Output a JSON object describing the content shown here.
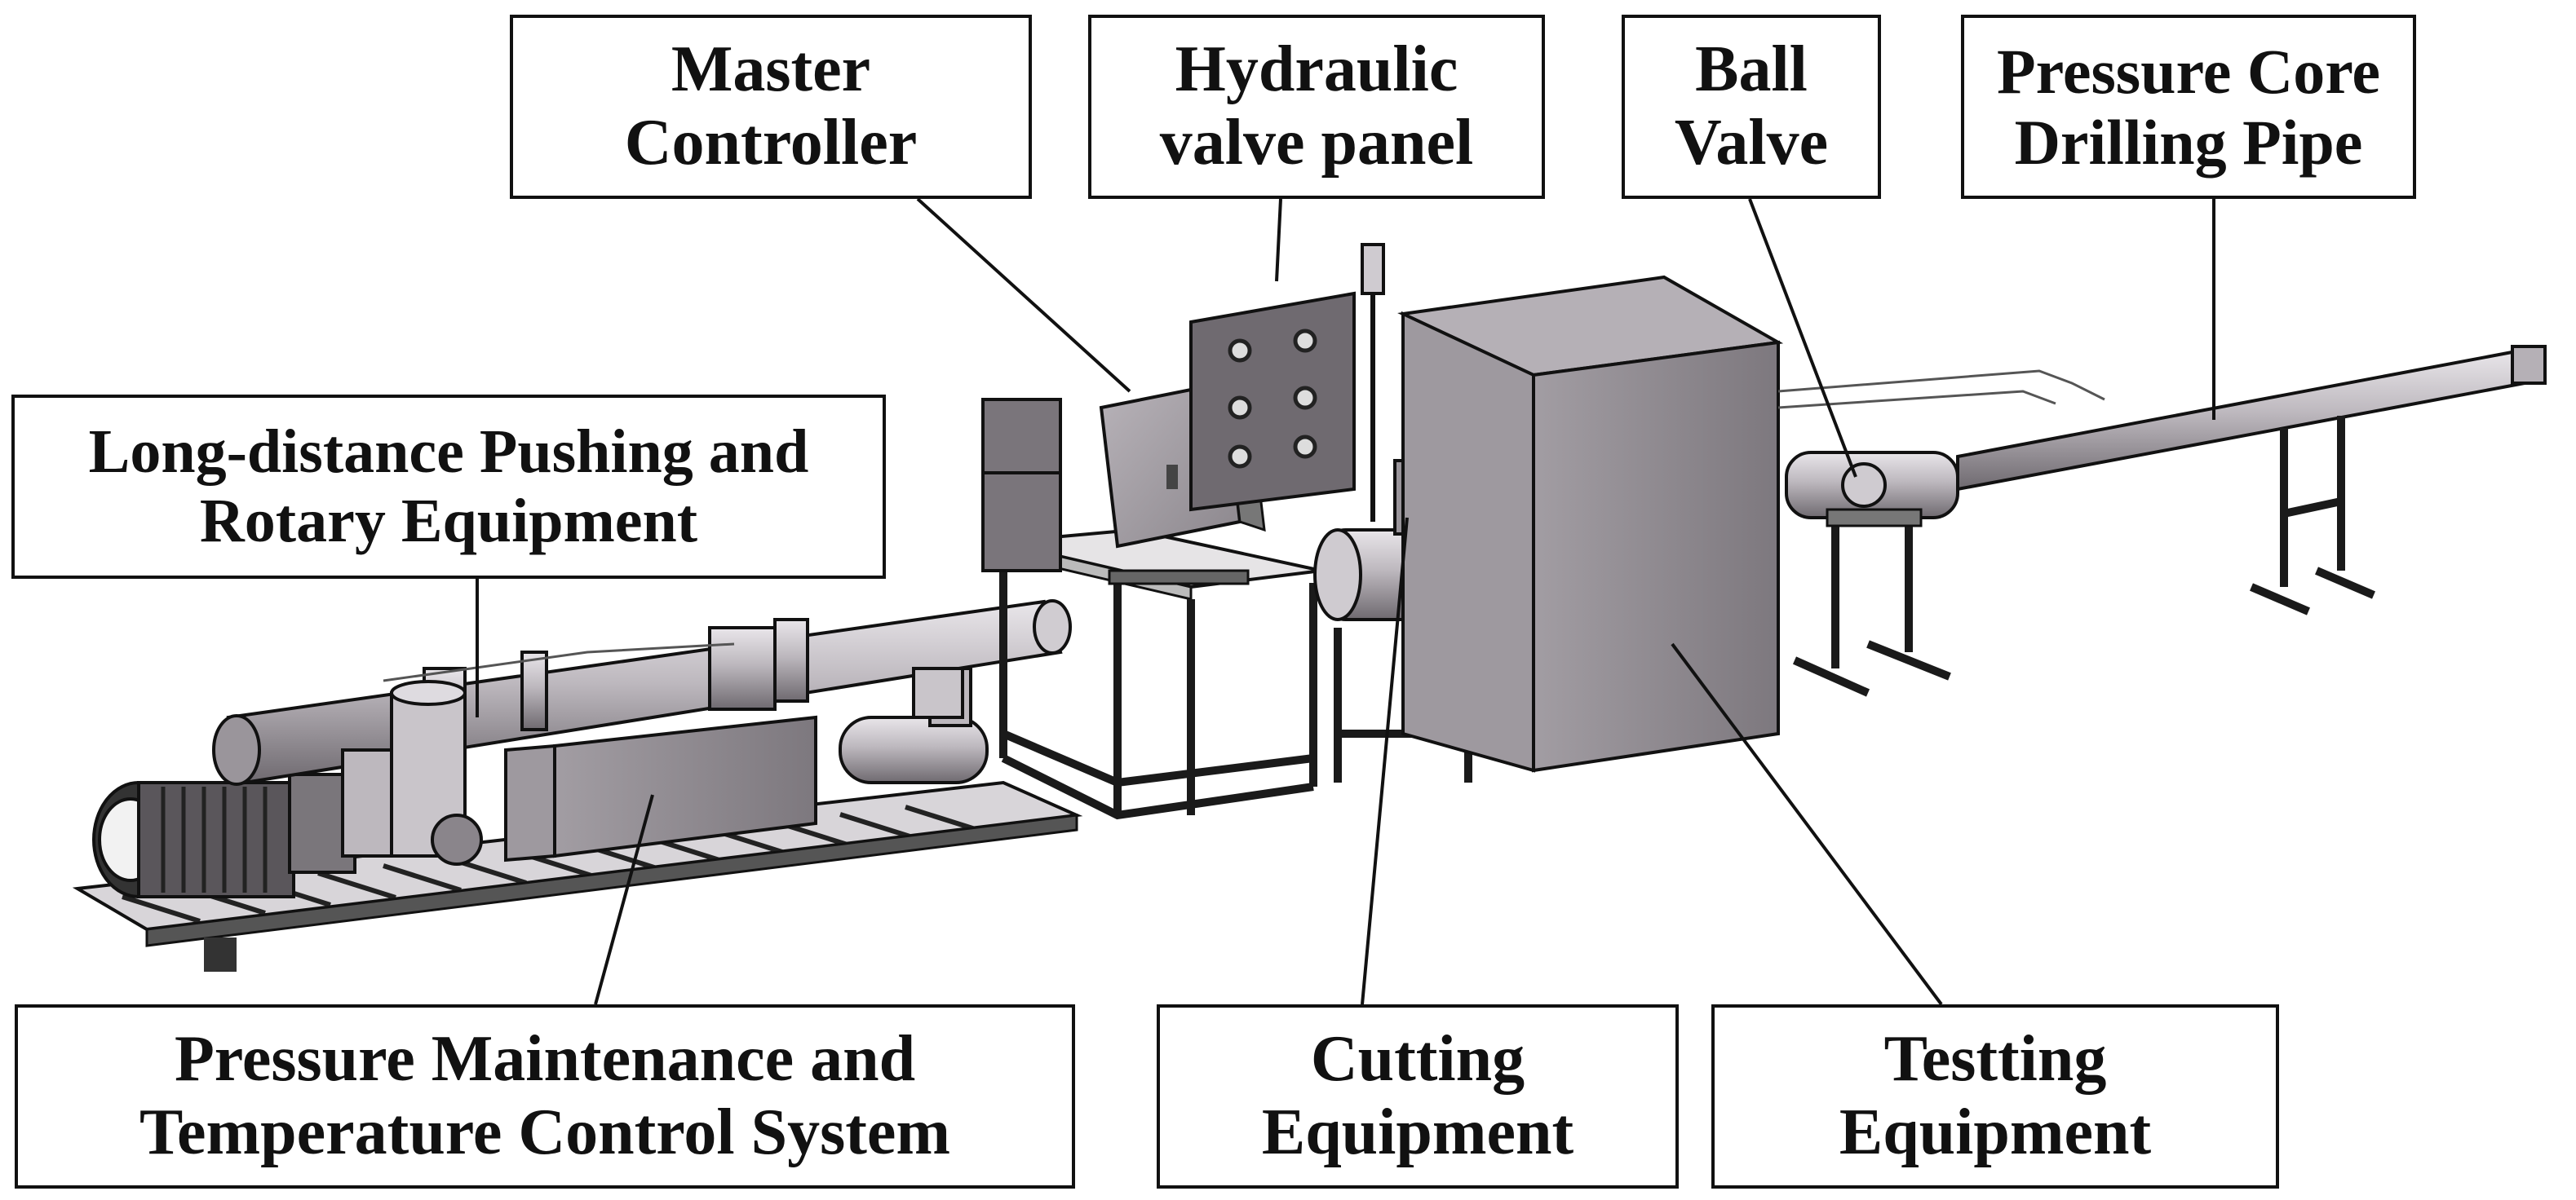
{
  "labels": {
    "master_controller": [
      "Master",
      "Controller"
    ],
    "hydraulic_valve_panel": [
      "Hydraulic",
      "valve panel"
    ],
    "ball_valve": [
      "Ball",
      "Valve"
    ],
    "pressure_core_drilling_pipe": [
      "Pressure Core",
      "Drilling Pipe"
    ],
    "pushing_rotary": [
      "Long-distance Pushing and",
      "Rotary Equipment"
    ],
    "pressure_maintenance": [
      "Pressure Maintenance and",
      "Temperature Control System"
    ],
    "cutting_equipment": [
      "Cutting",
      "Equipment"
    ],
    "testing_equipment": [
      "Testting",
      "Equipment"
    ]
  },
  "colors": {
    "line": "#111111",
    "metal_light": "#c9c5ca",
    "metal_mid": "#9a959b",
    "metal_dark": "#6f6a70",
    "cabinet": "#8a8589",
    "frame": "#1a1a1a",
    "table_top": "#e6e4e6"
  }
}
